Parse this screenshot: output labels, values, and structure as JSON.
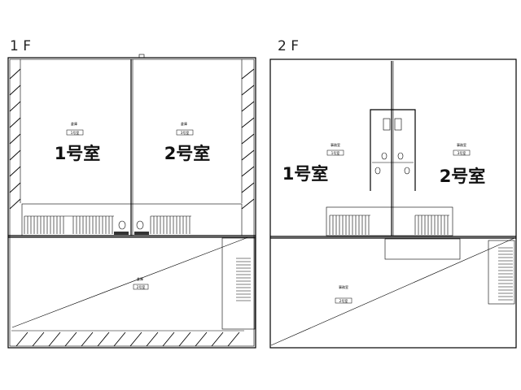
{
  "floors": [
    {
      "label": "1 F",
      "rooms": [
        {
          "name": "1号室",
          "use": "倉庫",
          "tag": "1号室"
        },
        {
          "name": "2号室",
          "use": "倉庫",
          "tag": "3号室"
        }
      ],
      "lower_room": {
        "use": "倉庫",
        "tag": "2号室"
      }
    },
    {
      "label": "2 F",
      "rooms": [
        {
          "name": "1号室",
          "use": "事務室",
          "tag": "1号室"
        },
        {
          "name": "2号室",
          "use": "事務室",
          "tag": "3号室"
        }
      ],
      "lower_room": {
        "use": "事務室",
        "tag": "2号室"
      }
    }
  ]
}
